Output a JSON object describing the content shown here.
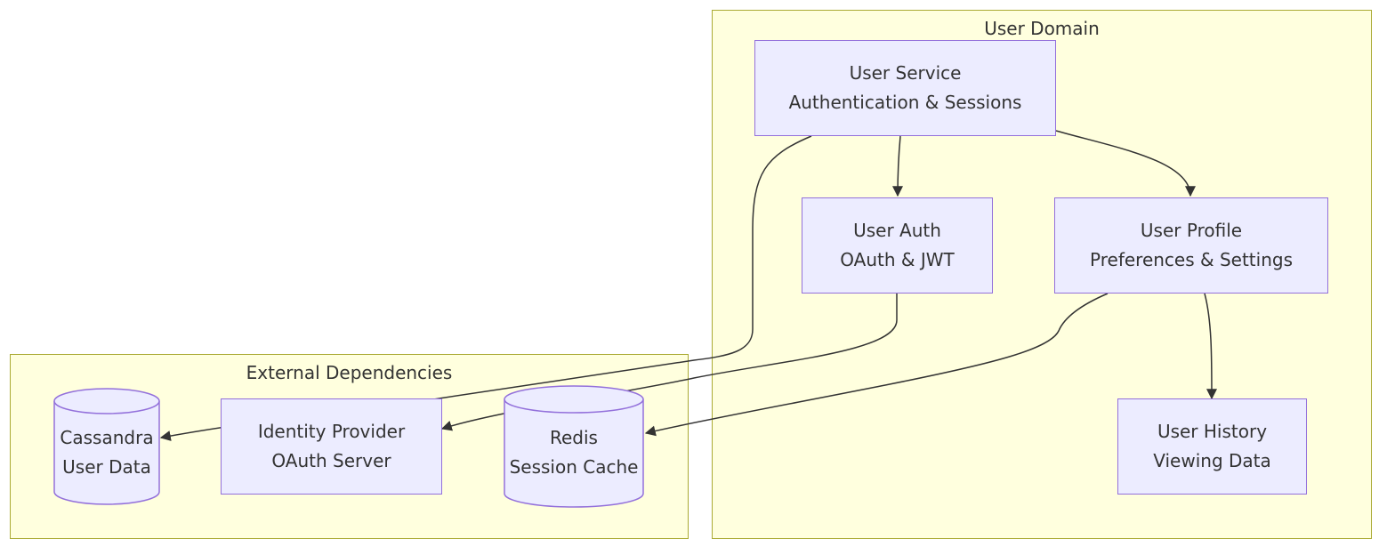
{
  "colors": {
    "cluster_fill": "#ffffde",
    "cluster_stroke": "#aaaa33",
    "node_fill": "#ececff",
    "node_stroke": "#9370db",
    "edge": "#333333",
    "text": "#333333"
  },
  "clusters": {
    "user_domain": {
      "title": "User Domain"
    },
    "external": {
      "title": "External Dependencies"
    }
  },
  "nodes": {
    "user_service": {
      "line1": "User Service",
      "line2": "Authentication & Sessions",
      "shape": "rect"
    },
    "user_auth": {
      "line1": "User Auth",
      "line2": "OAuth & JWT",
      "shape": "rect"
    },
    "user_profile": {
      "line1": "User Profile",
      "line2": "Preferences & Settings",
      "shape": "rect"
    },
    "user_history": {
      "line1": "User History",
      "line2": "Viewing Data",
      "shape": "rect"
    },
    "identity_provider": {
      "line1": "Identity Provider",
      "line2": "OAuth Server",
      "shape": "rect"
    },
    "redis": {
      "line1": "Redis",
      "line2": "Session Cache",
      "shape": "cylinder"
    },
    "cassandra": {
      "line1": "Cassandra",
      "line2": "User Data",
      "shape": "cylinder"
    }
  },
  "edges": [
    {
      "from": "user_service",
      "to": "user_auth"
    },
    {
      "from": "user_service",
      "to": "user_profile"
    },
    {
      "from": "user_service",
      "to": "cassandra"
    },
    {
      "from": "user_auth",
      "to": "identity_provider"
    },
    {
      "from": "user_profile",
      "to": "user_history"
    },
    {
      "from": "user_profile",
      "to": "redis"
    }
  ]
}
